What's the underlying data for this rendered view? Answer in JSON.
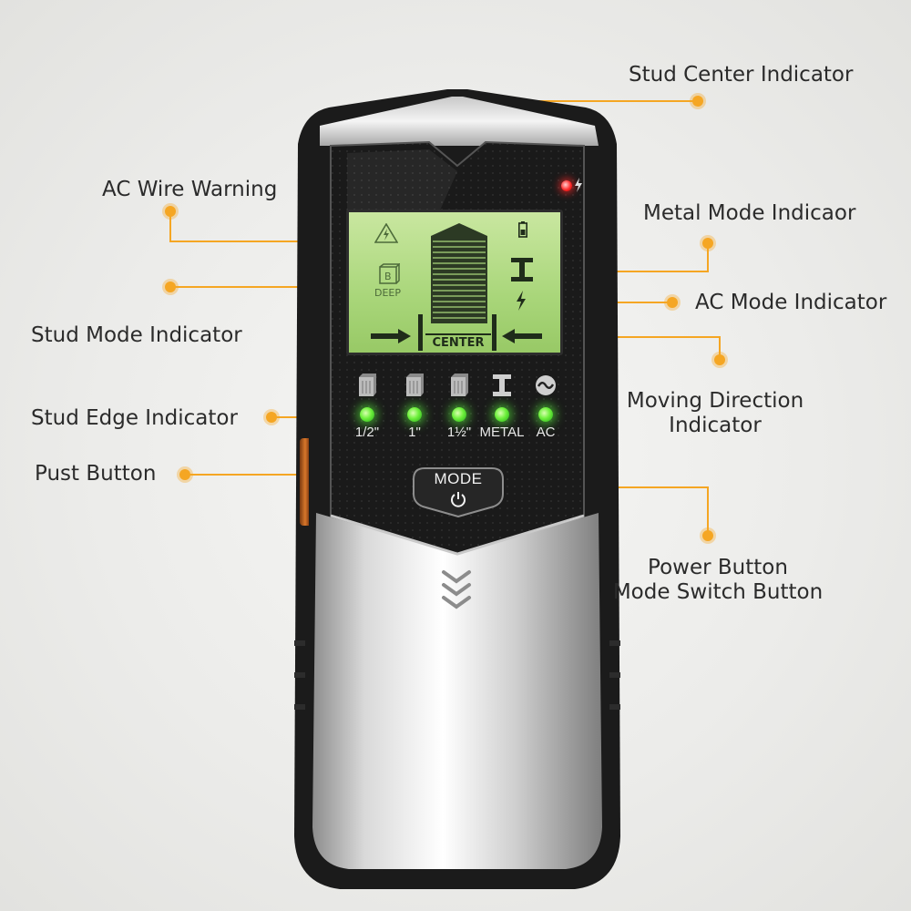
{
  "callouts": {
    "stud_center": "Stud Center Indicator",
    "ac_wire": "AC Wire Warning",
    "metal_mode": "Metal Mode Indicaor",
    "ac_mode": "AC Mode Indicator",
    "stud_mode": "Stud Mode Indicator",
    "moving_direction_line1": "Moving Direction",
    "moving_direction_line2": "Indicator",
    "stud_edge": "Stud Edge Indicator",
    "push_button": "Pust Button",
    "power_line1": "Power Button",
    "power_line2": "Mode Switch Button"
  },
  "lcd": {
    "deep_label": "DEEP",
    "center_label": "CENTER"
  },
  "leds": [
    {
      "label": "1/2\"",
      "icon": "stud-block-icon"
    },
    {
      "label": "1\"",
      "icon": "stud-block-icon"
    },
    {
      "label": "1½\"",
      "icon": "stud-block-icon"
    },
    {
      "label": "METAL",
      "icon": "i-beam-icon"
    },
    {
      "label": "AC",
      "icon": "ac-wave-icon"
    }
  ],
  "mode_button": {
    "label": "MODE",
    "icon": "power-icon"
  },
  "colors": {
    "accent": "#f5a623",
    "lcd_green": "#a9d67a",
    "led_green": "#4be030",
    "warning_red": "#ff2a2a",
    "push_button_orange": "#d8772b"
  }
}
